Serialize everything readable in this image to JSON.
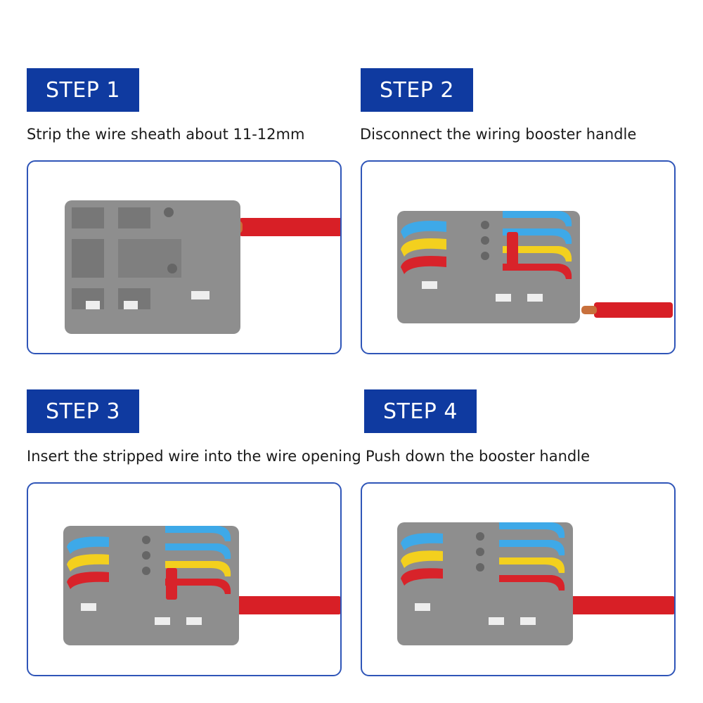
{
  "steps": [
    {
      "label": "STEP 1",
      "caption": "Strip the wire sheath about 11-12mm"
    },
    {
      "label": "STEP 2",
      "caption": "Disconnect the wiring booster handle"
    },
    {
      "label": "STEP 3",
      "caption": "Insert the stripped wire into the wire opening"
    },
    {
      "label": "STEP 4",
      "caption": "Push down the booster handle"
    }
  ],
  "colors": {
    "badge": "#0f3aa0",
    "panel_border": "#2f55b8",
    "connector_gray": "#8e8e8e",
    "lever_blue": "#3ea9e8",
    "lever_yellow": "#f3d01e",
    "lever_red": "#d8232a",
    "wire_red": "#d81f26",
    "copper": "#c8703c"
  },
  "icons": [
    "connector-top-view",
    "lever-connector",
    "red-wire"
  ]
}
